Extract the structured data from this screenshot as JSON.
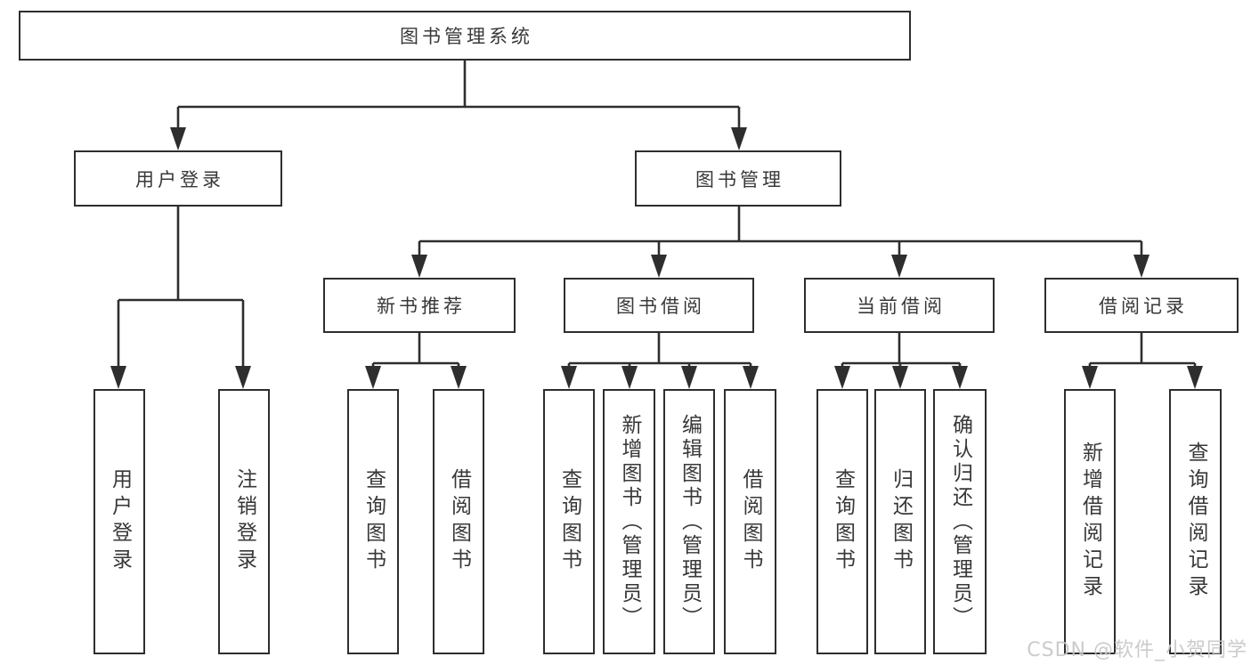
{
  "diagram_type": "hierarchy-tree",
  "watermark": "CSDN @软件_小贺同学",
  "colors": {
    "line": "#2e2e2e",
    "box_border": "#2e2e2e",
    "box_background": "#ffffff",
    "text": "#383838",
    "watermark": "#c6c6c6"
  },
  "tree": {
    "label": "图书管理系统",
    "children": [
      {
        "label": "用户登录",
        "children": [
          {
            "label": "用户登录"
          },
          {
            "label": "注销登录"
          }
        ]
      },
      {
        "label": "图书管理",
        "children": [
          {
            "label": "新书推荐",
            "children": [
              {
                "label": "查询图书"
              },
              {
                "label": "借阅图书"
              }
            ]
          },
          {
            "label": "图书借阅",
            "children": [
              {
                "label": "查询图书"
              },
              {
                "label": "新增图书（管理员）"
              },
              {
                "label": "编辑图书（管理员）"
              },
              {
                "label": "借阅图书"
              }
            ]
          },
          {
            "label": "当前借阅",
            "children": [
              {
                "label": "查询图书"
              },
              {
                "label": "归还图书"
              },
              {
                "label": "确认归还（管理员）"
              }
            ]
          },
          {
            "label": "借阅记录",
            "children": [
              {
                "label": "新增借阅记录"
              },
              {
                "label": "查询借阅记录"
              }
            ]
          }
        ]
      }
    ]
  }
}
